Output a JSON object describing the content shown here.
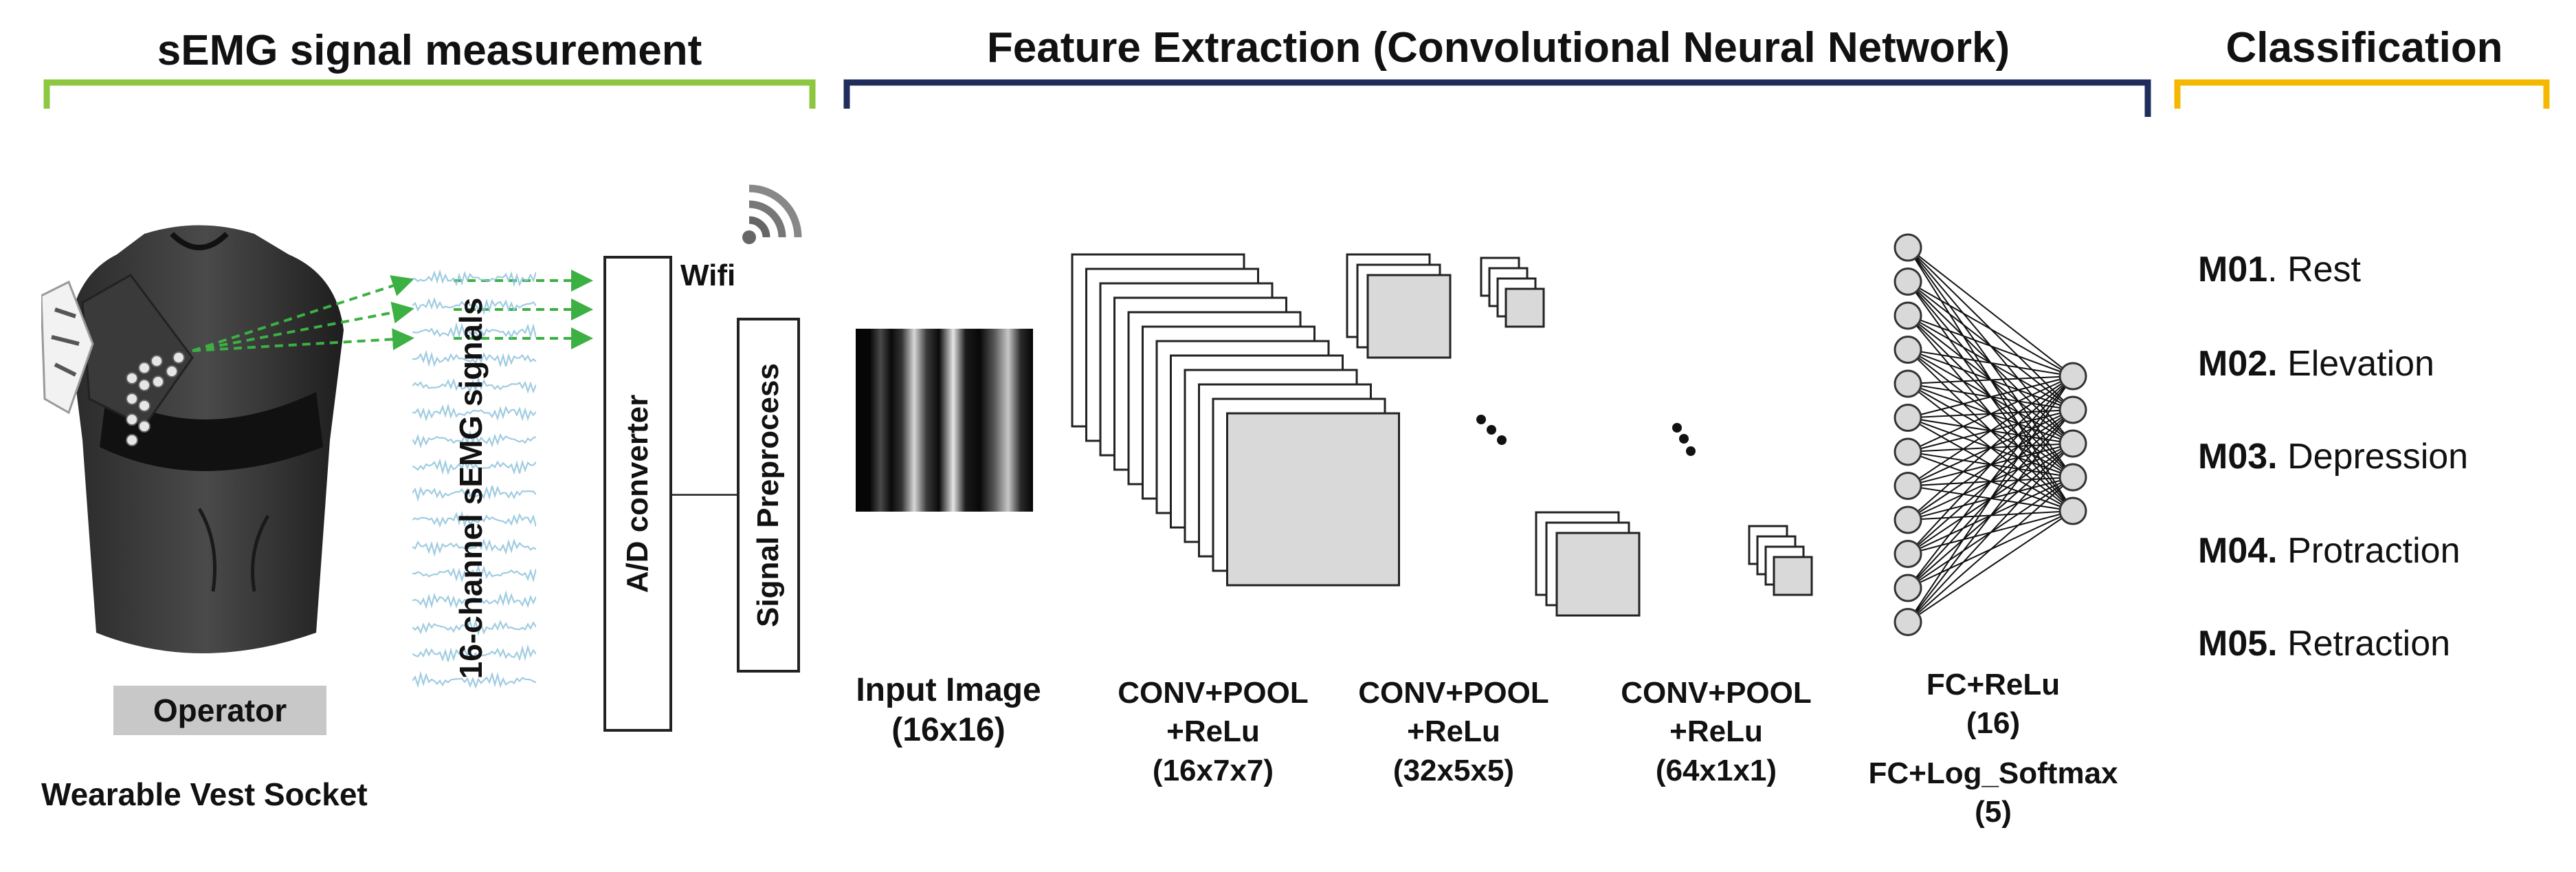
{
  "sections": {
    "measurement": {
      "title": "sEMG signal  measurement",
      "color": "#8dc63f"
    },
    "feature": {
      "title": "Feature Extraction (Convolutional Neural Network)",
      "color": "#1f2d5c"
    },
    "classification": {
      "title": "Classification",
      "color": "#f5b800"
    }
  },
  "measurement": {
    "operator_label": "Operator",
    "vest_label": "Wearable Vest Socket",
    "signals_label": "16-channel sEMG signals",
    "adc_label": "A/D converter",
    "wifi_label": "Wifi",
    "preprocess_label": "Signal Preprocess"
  },
  "cnn": {
    "input": {
      "line1": "Input Image",
      "line2": "(16x16)"
    },
    "layer1": {
      "line1": "CONV+POOL",
      "line2": "+ReLu",
      "line3": "(16x7x7)"
    },
    "layer2": {
      "line1": "CONV+POOL",
      "line2": "+ReLu",
      "line3": "(32x5x5)"
    },
    "layer3": {
      "line1": "CONV+POOL",
      "line2": "+ReLu",
      "line3": "(64x1x1)"
    },
    "fc": {
      "line1": "FC+ReLu",
      "line2": "(16)",
      "line3": "FC+Log_Softmax",
      "line4": "(5)"
    }
  },
  "classes": [
    {
      "code": "M01",
      "sep": ". ",
      "name": "Rest"
    },
    {
      "code": "M02.",
      "sep": " ",
      "name": "Elevation"
    },
    {
      "code": "M03.",
      "sep": " ",
      "name": "Depression"
    },
    {
      "code": "M04.",
      "sep": " ",
      "name": "Protraction"
    },
    {
      "code": "M05.",
      "sep": " ",
      "name": "Retraction"
    }
  ]
}
